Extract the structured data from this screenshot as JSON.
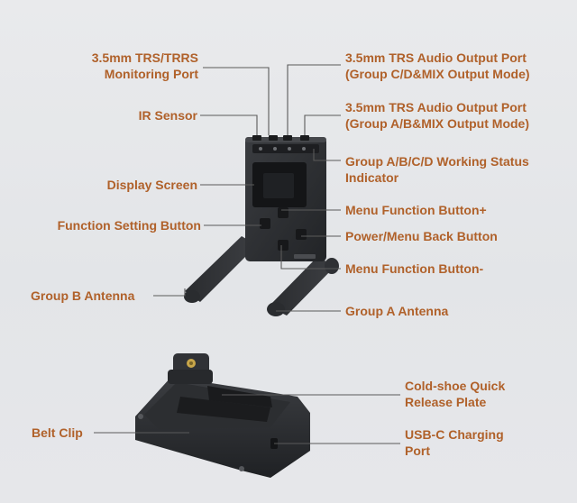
{
  "labels": {
    "monitoring_port": [
      "3.5mm TRS/TRRS",
      "Monitoring Port"
    ],
    "ir_sensor": "IR Sensor",
    "display_screen": "Display Screen",
    "function_setting_button": "Function Setting Button",
    "group_b_antenna": "Group B Antenna",
    "output_port_cd": [
      "3.5mm TRS Audio Output Port",
      "(Group C/D&MIX Output Mode)"
    ],
    "output_port_ab": [
      "3.5mm TRS Audio Output Port",
      "(Group A/B&MIX Output Mode)"
    ],
    "status_indicator": [
      "Group A/B/C/D Working Status",
      "Indicator"
    ],
    "menu_plus": "Menu Function Button+",
    "power_menu_back": "Power/Menu Back Button",
    "menu_minus": "Menu Function Button-",
    "group_a_antenna": "Group A Antenna",
    "cold_shoe": [
      "Cold-shoe Quick",
      "Release Plate"
    ],
    "belt_clip": "Belt Clip",
    "usb_c": [
      "USB-C Charging",
      "Port"
    ]
  },
  "colors": {
    "label_text": "#b0612a",
    "leader_line": "#5a5a5a",
    "device_body": "#2e3033"
  }
}
